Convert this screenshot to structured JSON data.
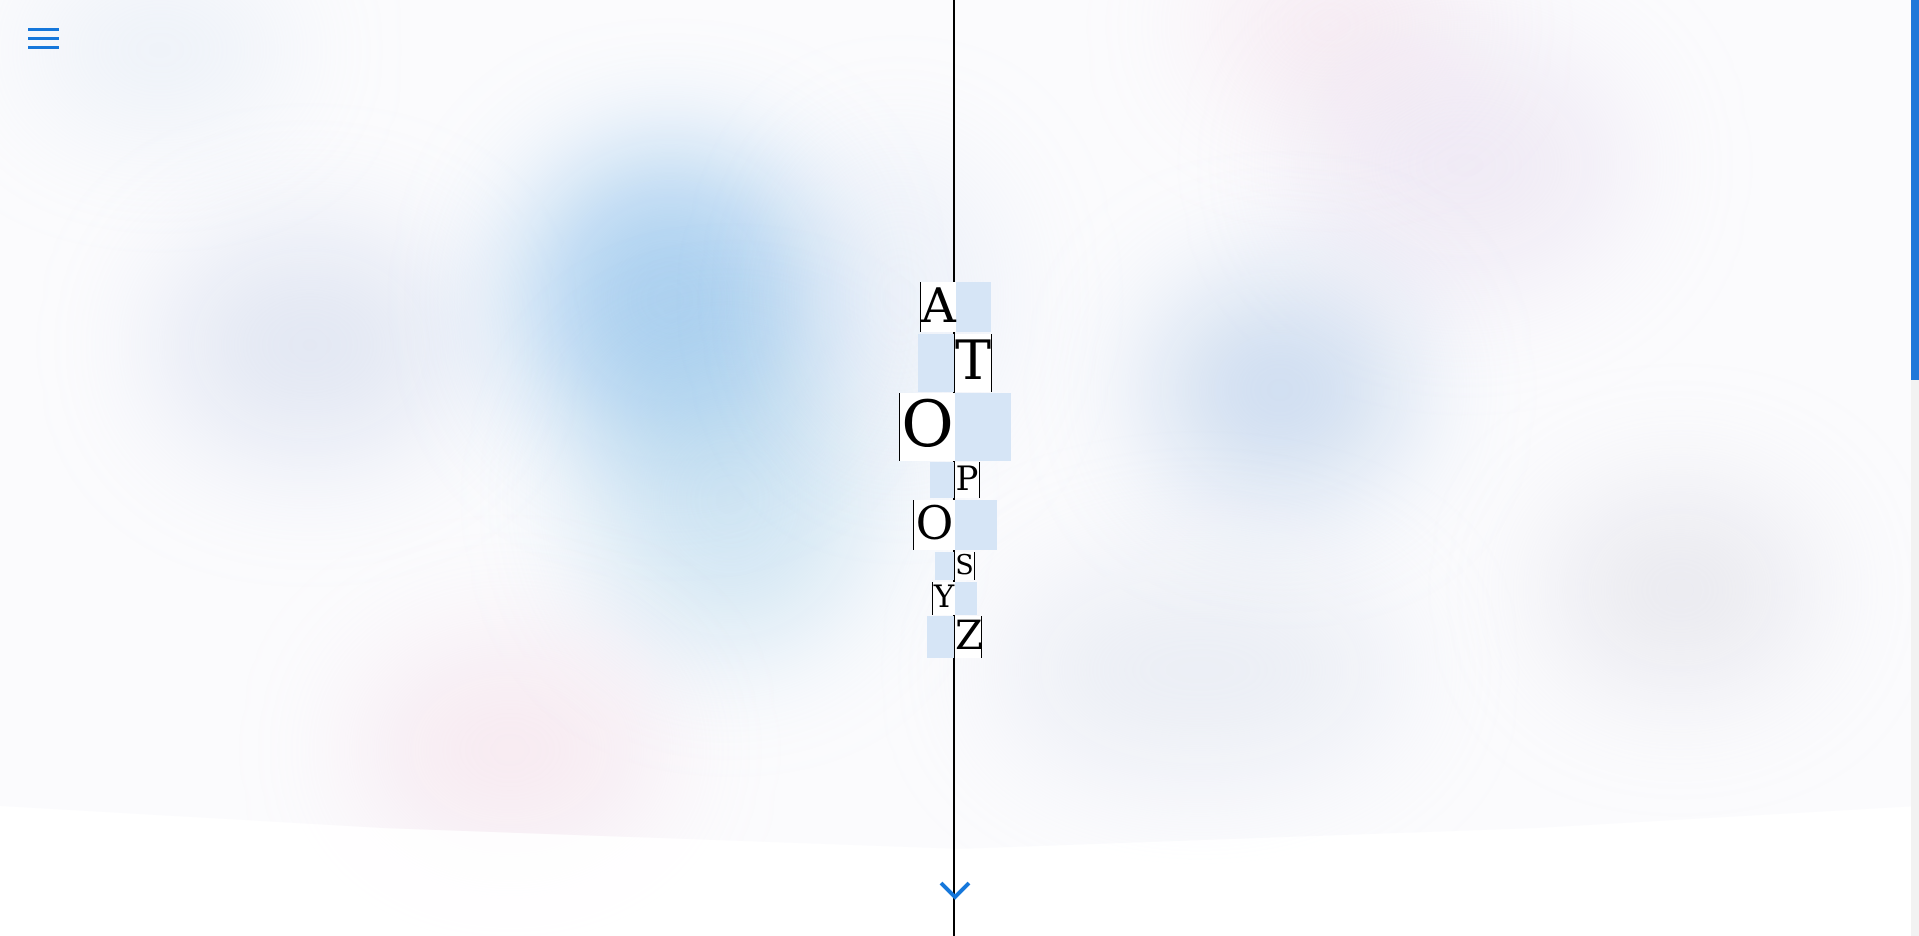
{
  "menu": {
    "icon": "hamburger-menu-icon",
    "color": "#1577db"
  },
  "logo": {
    "letters": [
      "A",
      "T",
      "O",
      "P",
      "O",
      "S",
      "Y",
      "Z"
    ],
    "tile_color": "#d6e5f6",
    "line_color": "#000000"
  },
  "scroll": {
    "icon": "chevron-down-icon",
    "color": "#1577db"
  },
  "scrollbar": {
    "thumb_color": "#1f78d9",
    "position_fraction": 0
  }
}
